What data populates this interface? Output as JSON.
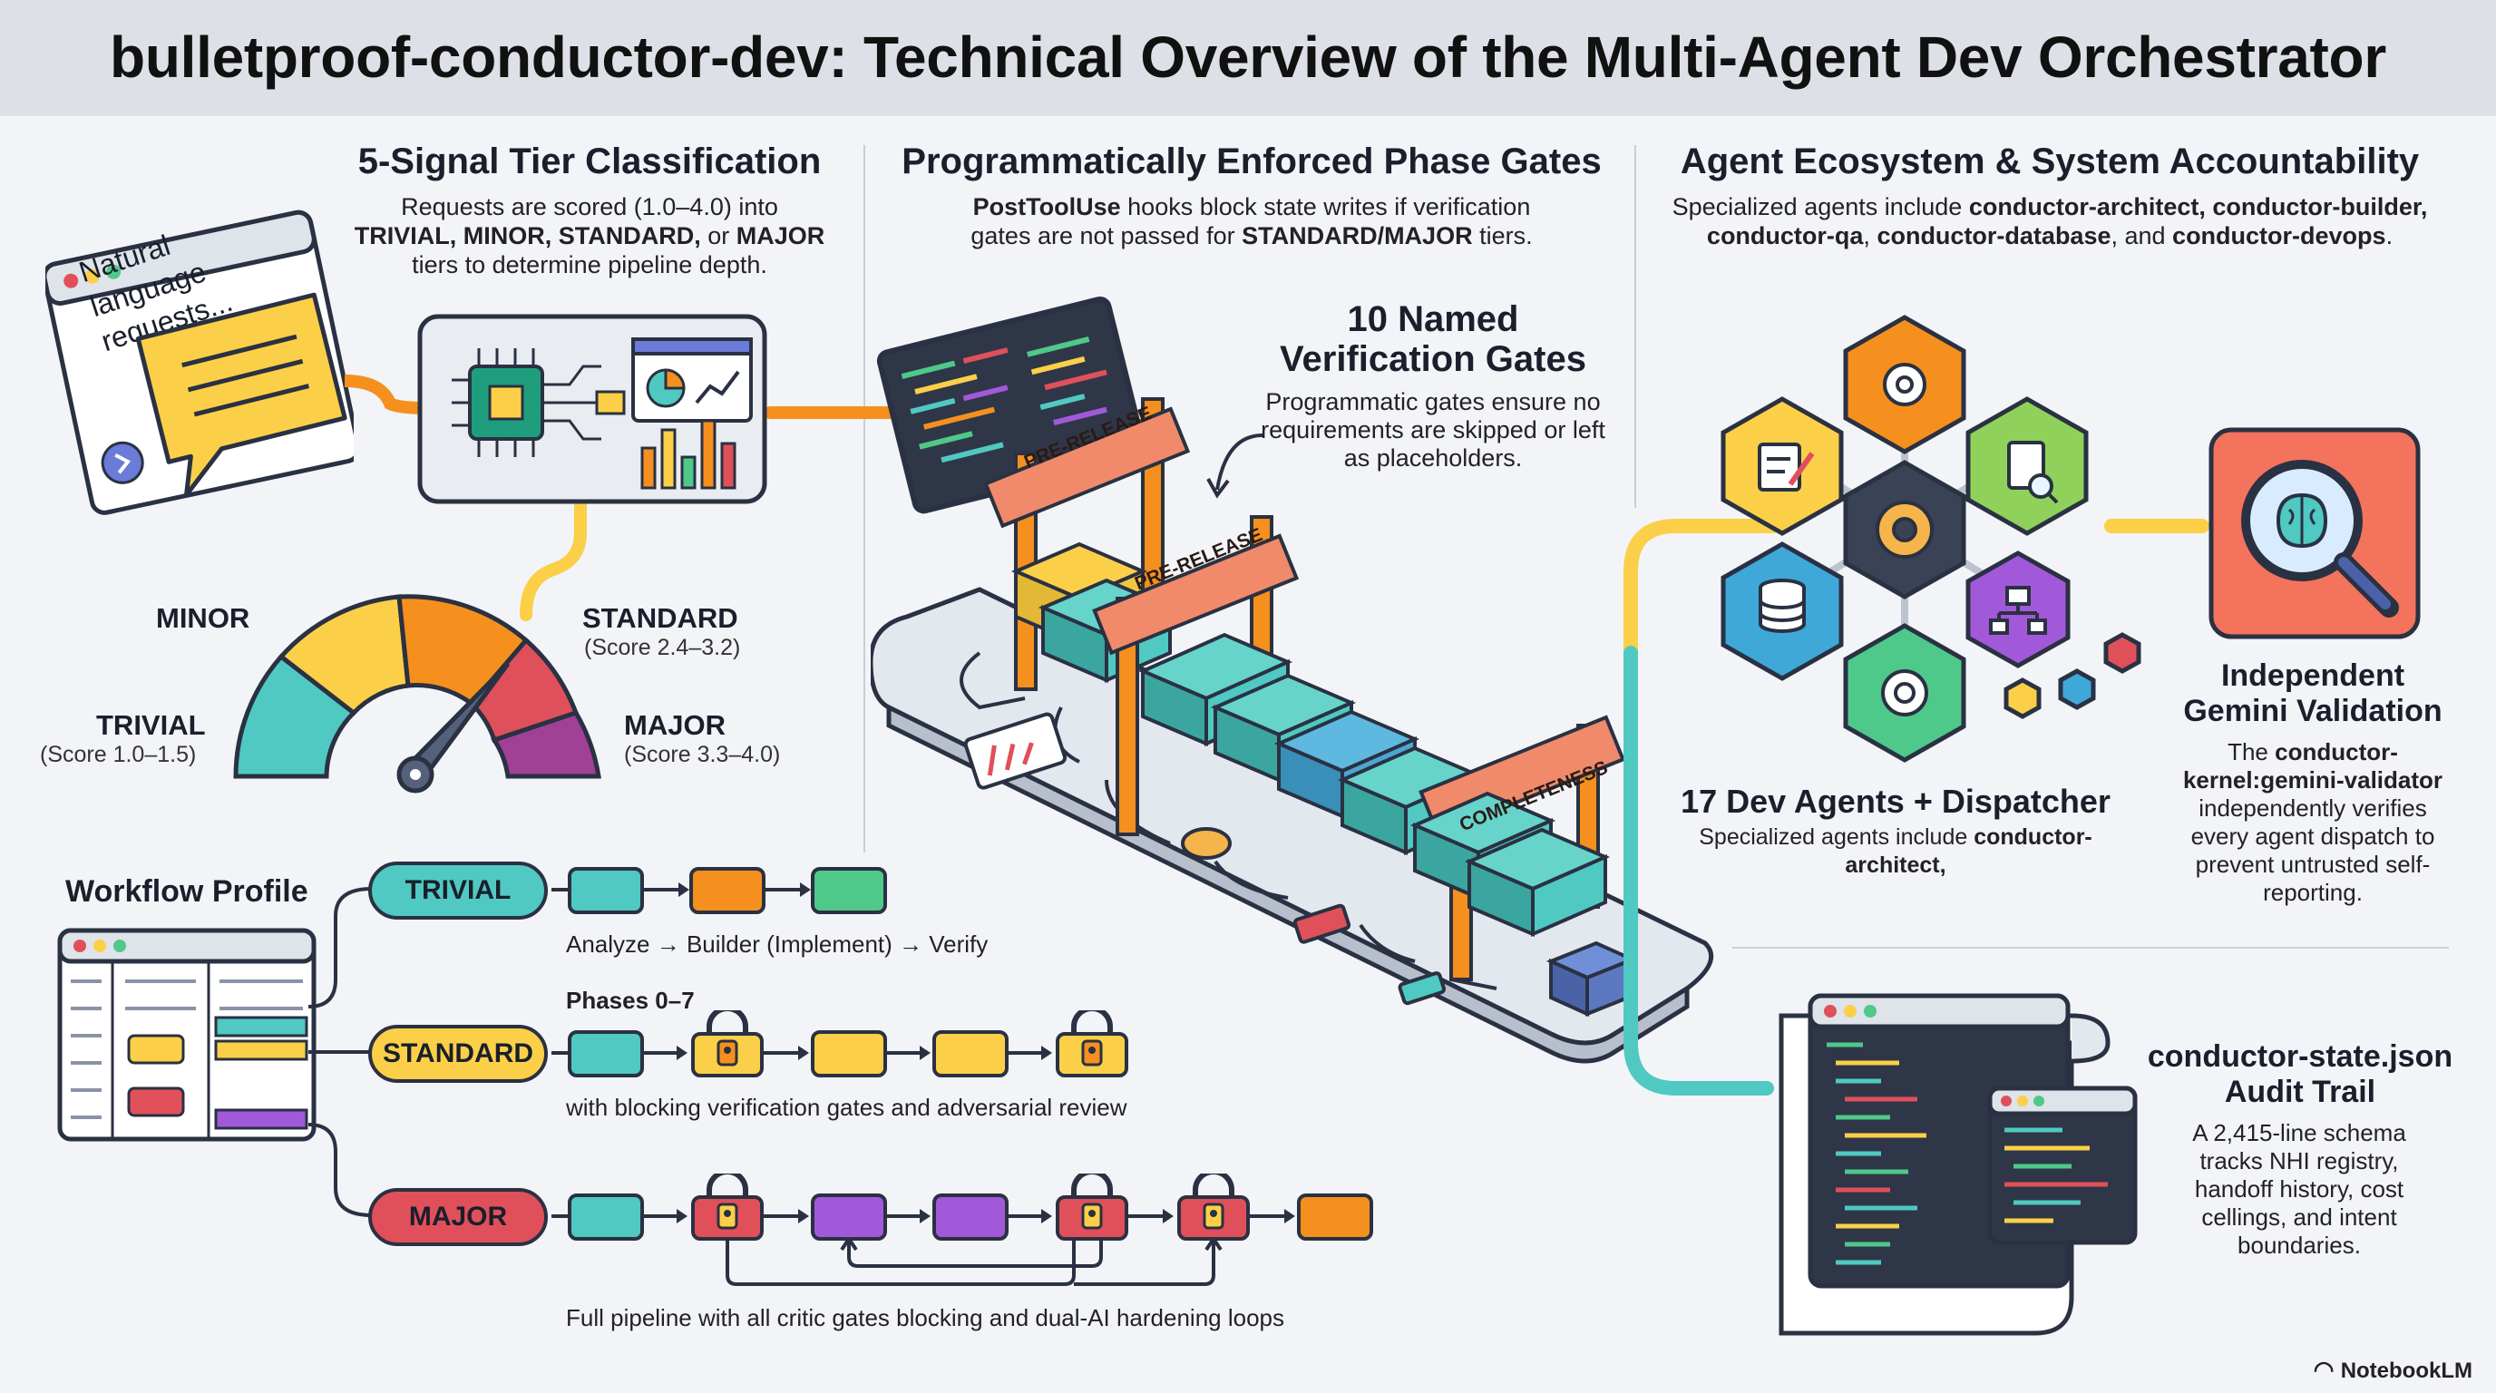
{
  "title": "bulletproof-conductor-dev: Technical Overview of the Multi-Agent Dev Orchestrator",
  "left": {
    "heading": "5-Signal Tier Classification",
    "desc_1": "Requests are scored (1.0–4.0) into",
    "desc_2_tiers": "TRIVIAL, MINOR, STANDARD,",
    "desc_2_or": " or ",
    "desc_2_major": "MAJOR",
    "desc_3": "tiers to determine pipeline depth.",
    "chat_text": "Natural language requests...",
    "gauge": {
      "minor": "MINOR",
      "trivial": "TRIVIAL",
      "trivial_score": "(Score 1.0–1.5)",
      "standard": "STANDARD",
      "standard_score": "(Score 2.4–3.2)",
      "major": "MAJOR",
      "major_score": "(Score 3.3–4.0)"
    },
    "workflow": {
      "heading": "Workflow Profile",
      "trivial_label": "TRIVIAL",
      "trivial_desc": "Analyze → Builder (Implement) → Verify",
      "phases": "Phases 0–7",
      "standard_label": "STANDARD",
      "standard_desc": "with blocking verification gates and adversarial review",
      "major_label": "MAJOR",
      "major_desc": "Full pipeline with all critic gates blocking and dual-AI hardening loops"
    }
  },
  "middle": {
    "heading": "Programmatically Enforced Phase Gates",
    "desc_hook": "PostToolUse",
    "desc_1_rest": " hooks block state writes if verification",
    "desc_2": "gates are not passed for ",
    "desc_2_tiers": "STANDARD/MAJOR",
    "desc_2_end": " tiers.",
    "gates_heading_1": "10 Named",
    "gates_heading_2": "Verification Gates",
    "gates_desc": "Programmatic gates ensure no requirements are skipped or left as placeholders.",
    "gate_1": "PRE-RELEASE",
    "gate_2": "PRE-RELEASE",
    "gate_3": "COMPLETENESS"
  },
  "right": {
    "heading": "Agent Ecosystem & System Accountability",
    "desc_1": "Specialized agents include ",
    "desc_1_b": "conductor-architect, conductor-builder,",
    "desc_2_b1": "conductor-qa",
    "desc_2_mid": ", ",
    "desc_2_b2": "conductor-database",
    "desc_2_and": ", and ",
    "desc_2_b3": "conductor-devops",
    "desc_2_end": ".",
    "agents_heading": "17 Dev Agents + Dispatcher",
    "agents_desc_1": "Specialized agents include ",
    "agents_desc_b": "conductor-architect,",
    "gemini_heading": "Independent Gemini Validation",
    "gemini_desc_1": "The ",
    "gemini_desc_b": "conductor-kernel:gemini-validator",
    "gemini_desc_2": " independently verifies every agent dispatch to prevent untrusted self-reporting.",
    "audit_heading": "conductor-state.json Audit Trail",
    "audit_desc": "A 2,415-line schema tracks NHI registry, handoff history, cost cellings, and intent boundaries."
  },
  "footer": "NotebookLM",
  "colors": {
    "teal": "#4fc9c1",
    "orange": "#f5901e",
    "yellow": "#fbd048",
    "green": "#4ec98a",
    "red": "#e0505a",
    "purple": "#a259d9",
    "navy": "#2a3142"
  }
}
